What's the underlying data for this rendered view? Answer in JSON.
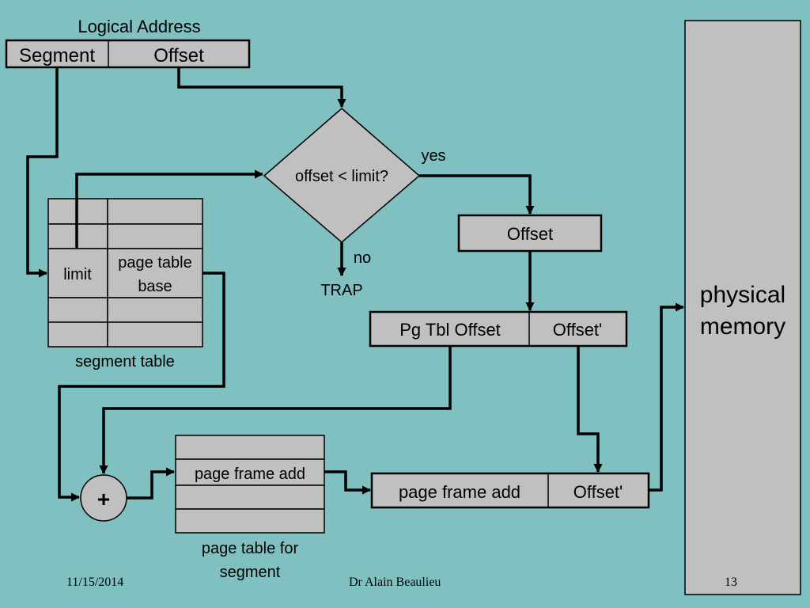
{
  "logical_address": {
    "title": "Logical Address",
    "segment_label": "Segment",
    "offset_label": "Offset"
  },
  "decision": {
    "text": "offset < limit?",
    "yes_label": "yes",
    "no_label": "no",
    "trap_label": "TRAP"
  },
  "segment_table": {
    "limit_label": "limit",
    "base_label_line1": "page table",
    "base_label_line2": "base",
    "caption": "segment table"
  },
  "offset_box": {
    "label": "Offset"
  },
  "pg_tbl_box": {
    "left_label": "Pg Tbl Offset",
    "right_label": "Offset'"
  },
  "adder": {
    "symbol": "+"
  },
  "page_table": {
    "entry_label": "page frame add",
    "caption_line1": "page table for",
    "caption_line2": "segment"
  },
  "physical_address": {
    "left_label": "page frame add",
    "right_label": "Offset'"
  },
  "physical_memory": {
    "line1": "physical",
    "line2": "memory"
  },
  "footer": {
    "date": "11/15/2014",
    "author": "Dr Alain Beaulieu",
    "page_number": "13"
  },
  "colors": {
    "background": "#80C0C0",
    "box_fill": "#C0C0C0",
    "line": "#000000"
  }
}
